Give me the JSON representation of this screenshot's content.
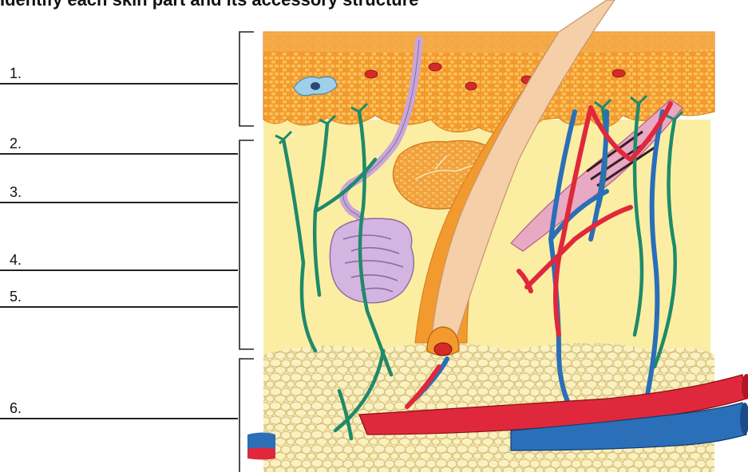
{
  "page": {
    "title": "Identify each skin part and its accessory structure"
  },
  "labels": [
    {
      "number": "1."
    },
    {
      "number": "2."
    },
    {
      "number": "3."
    },
    {
      "number": "4."
    },
    {
      "number": "5."
    },
    {
      "number": "6."
    }
  ],
  "colors": {
    "epidermis": "#f0902a",
    "epidermis_light": "#f7c66a",
    "dermis": "#fbeea3",
    "hypodermis_fat": "#f3e3a0",
    "artery": "#e0283c",
    "vein": "#2a6fb8",
    "nerve": "#1f8a6a",
    "sweat_gland": "#c9a6d8",
    "hair": "#f0c9a0",
    "muscle": "#e6a6c0",
    "bracket": "#222222"
  }
}
